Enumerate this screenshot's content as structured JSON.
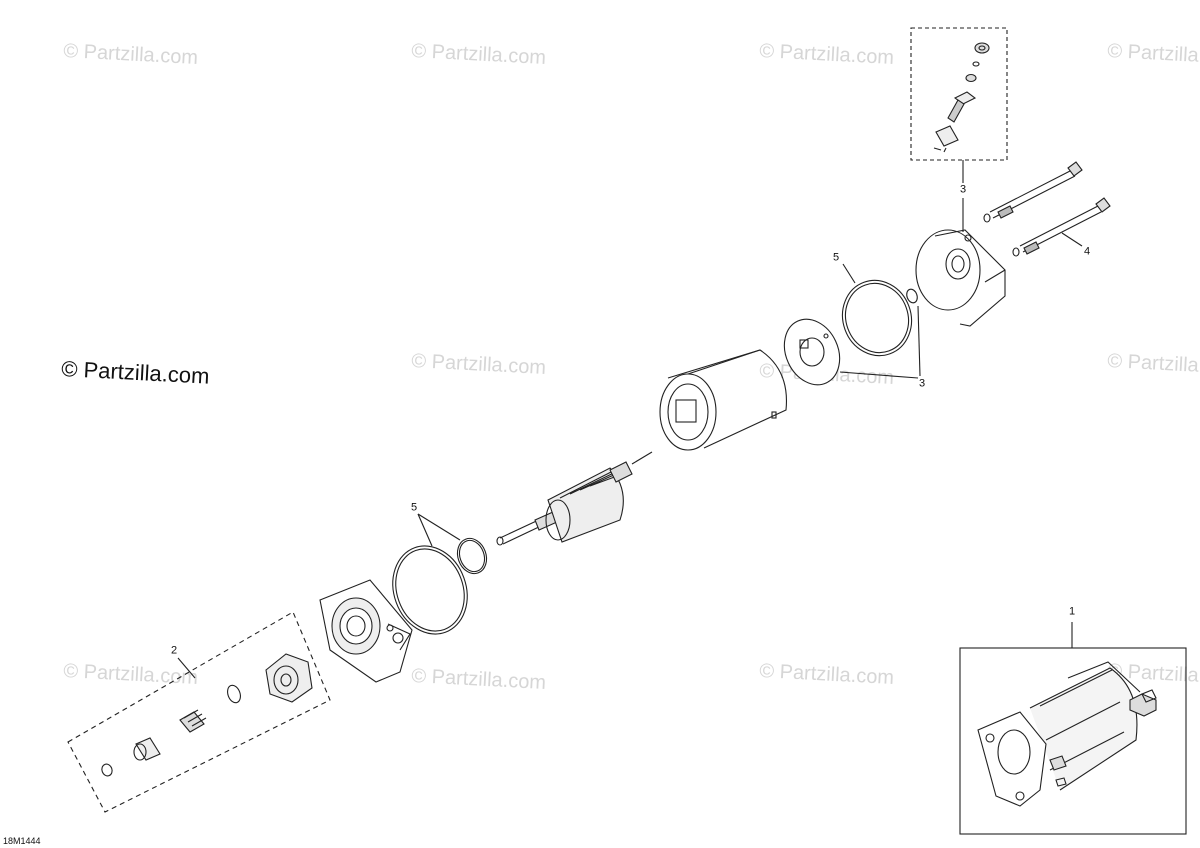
{
  "diagram": {
    "id_label": "18M1444",
    "copyright_text": "© Partzilla.com",
    "watermark_text": "© Partzilla.com",
    "callouts": {
      "assembly_starter": "1",
      "drive_kit": "2",
      "brush_kit": "3",
      "rear_cover_kit": "3",
      "plate_kit": "3",
      "through_bolts": "4",
      "rear_o_ring": "5",
      "front_o_ring": "5"
    }
  }
}
